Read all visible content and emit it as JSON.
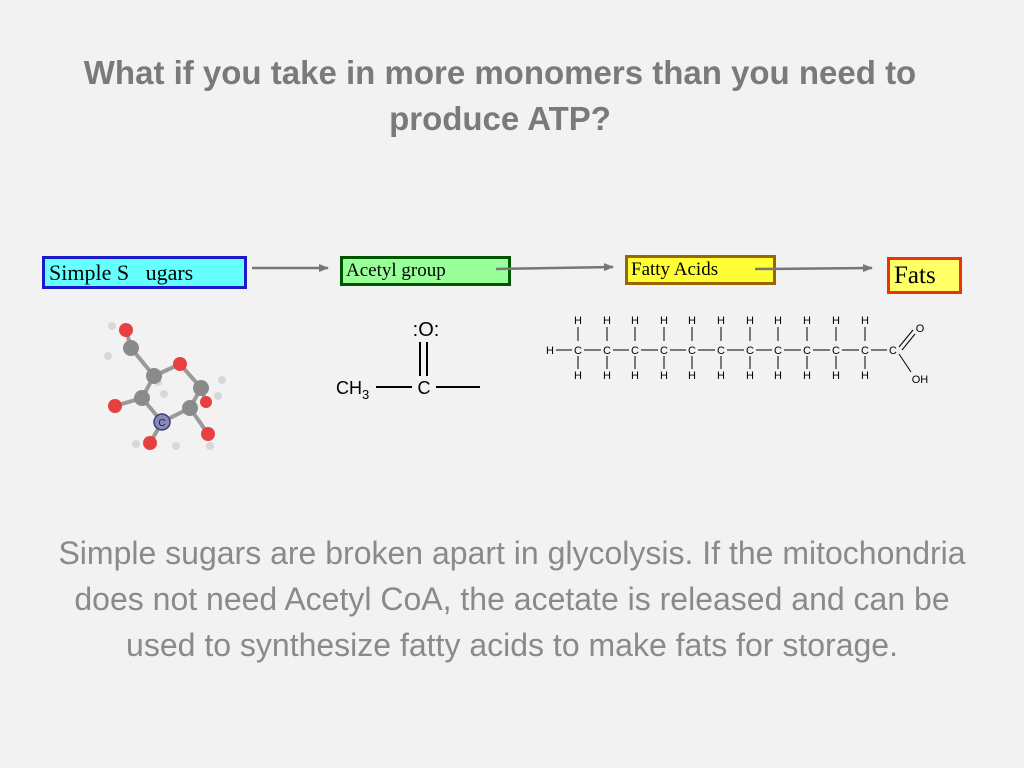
{
  "title": "What if you take in more monomers than you need to produce ATP?",
  "flow": {
    "boxes": [
      {
        "label": "Simple S   ugars",
        "fill": "#66ffff",
        "border": "#1a1acc"
      },
      {
        "label": "Acetyl group",
        "fill": "#99ff99",
        "border": "#005500"
      },
      {
        "label": "Fatty Acids",
        "fill": "#ffff33",
        "border": "#996600"
      },
      {
        "label": "Fats",
        "fill": "#ffff66",
        "border": "#ee3300"
      }
    ]
  },
  "acetyl_structure": {
    "oxygen": ":O:",
    "methyl": "CH",
    "methyl_subscript": "3",
    "carbon": "C"
  },
  "fatty_acid_structure": {
    "hydrogen": "H",
    "carbon": "C",
    "carbonyl_oxygen": "O",
    "hydroxyl": "OH"
  },
  "glucose_model": {
    "center_atom_label": "C",
    "colors": {
      "carbon": "#8a8a8a",
      "oxygen": "#e84040",
      "hydrogen": "#d8d8d8"
    }
  },
  "description": "Simple sugars are broken apart in glycolysis. If the mitochondria does not need Acetyl CoA, the acetate is released and can be used to synthesize fatty acids to make fats for storage."
}
